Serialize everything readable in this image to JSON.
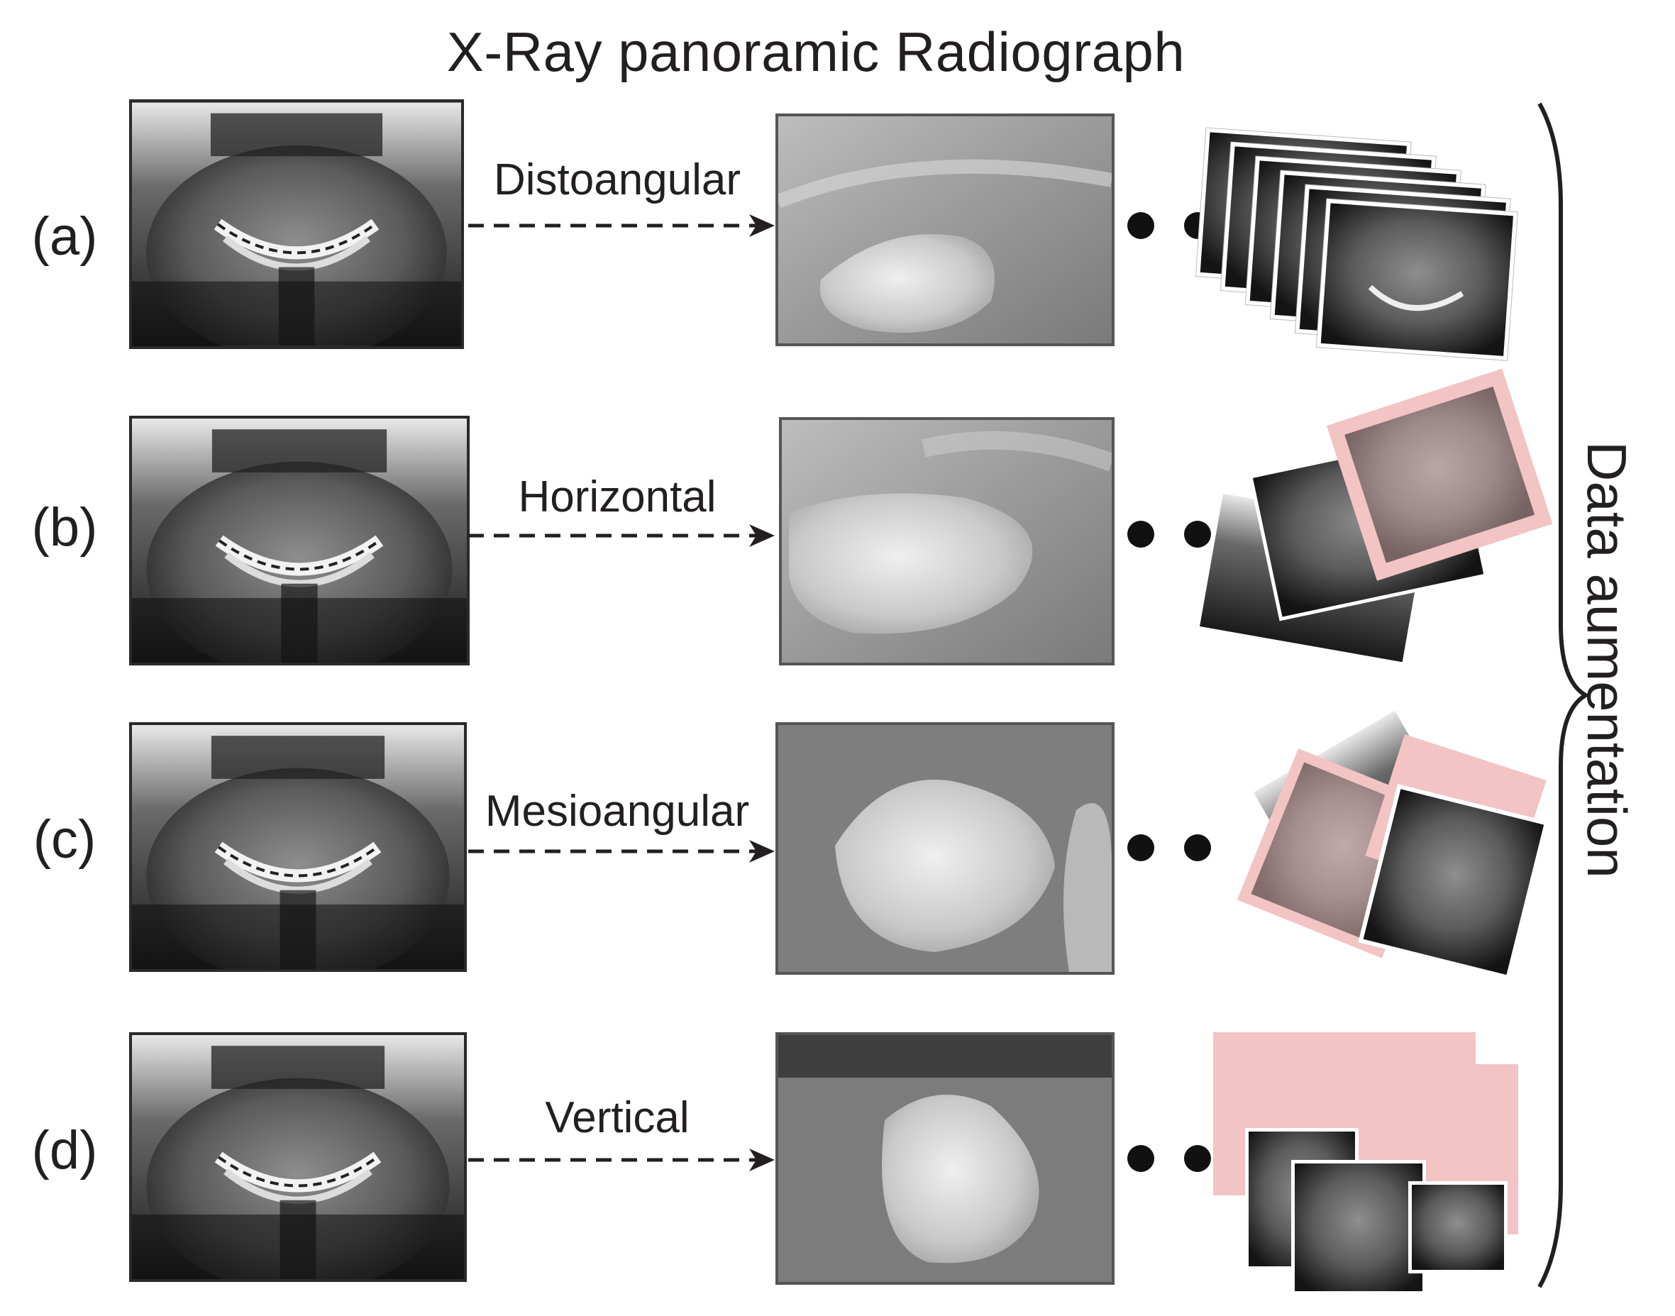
{
  "title": "X-Ray panoramic Radiograph",
  "side_label": "Data aumentation",
  "rows": [
    {
      "label": "(a)",
      "class_name": "Distoangular"
    },
    {
      "label": "(b)",
      "class_name": "Horizontal"
    },
    {
      "label": "(c)",
      "class_name": "Mesioangular"
    },
    {
      "label": "(d)",
      "class_name": "Vertical"
    }
  ],
  "colors": {
    "text": "#231f20",
    "augment_tint": "#f2c4c4",
    "arrow": "#231f20"
  }
}
